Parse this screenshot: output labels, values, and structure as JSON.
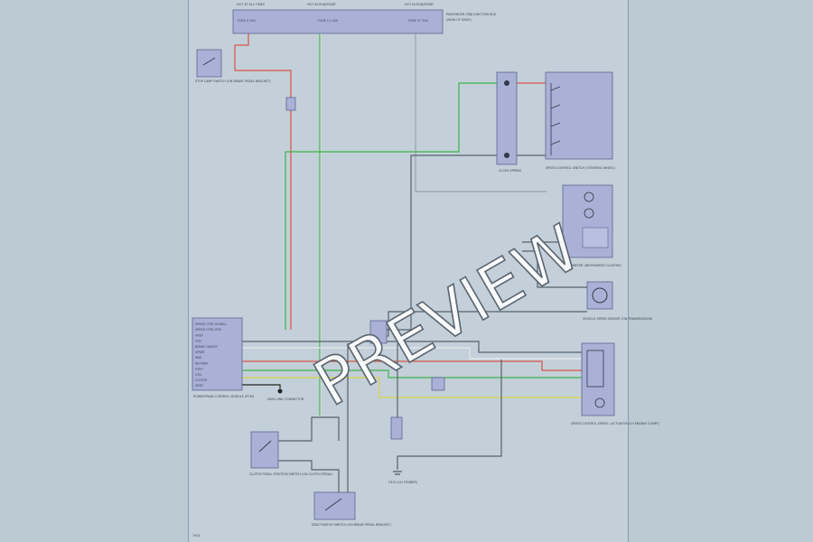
{
  "watermark": "PREVIEW",
  "colors": {
    "red": "#d9534a",
    "green": "#3bb24a",
    "gray": "#59616a",
    "yellow": "#d8d24a",
    "blue": "#3a73b8",
    "white": "#e6e9ec",
    "component": "#a9b1d6"
  },
  "fuse_box": {
    "title": "PASSENGER (PJB) JUNCTION BOX",
    "subtitle": "(MAIN OF DASH)",
    "feeds": [
      "HOT AT ALL TIMES",
      "HOT IN RUN/START",
      "HOT IN RUN/START"
    ],
    "fuses": [
      "FUSE 4 10A",
      "FUSE 11 10A",
      "FUSE 37 10A"
    ]
  },
  "components": {
    "stop_lamp_switch": "STOP LAMP SWITCH (ON BRAKE PEDAL BRACKET)",
    "clockspring": "CLOCK SPRING",
    "steering_wheel_switch": "SPEED CONTROL SWITCH (STEERING WHEEL)",
    "speedometer": "SPEEDOMETER (INSTRUMENT CLUSTER)",
    "vss": "VEHICLE SPEED SENSOR (ON TRANSMISSION)",
    "pcm": "POWERTRAIN CONTROL MODULE (PCM)",
    "data_link": "DATA LINK CONNECTOR",
    "clutch_switch": "CLUTCH PEDAL POSITION SWITCH (ON CLUTCH PEDAL)",
    "deactivator": "DEACTIVATOR SWITCH (ON BRAKE PEDAL BRACKET)",
    "servo": "SPEED CONTROL SERVO / ACTUATOR (LH ENGINE COMPT)",
    "ground": "G101 (LH FENDER)"
  },
  "pcm_pins": [
    "SPEED CTRL SIGNAL",
    "SPEED CTRL RTN",
    "VREF",
    "VSS",
    "BRAKE ON/OFF",
    "VPWR",
    "IPAS",
    "RETURN",
    "VSS+",
    "VSS-",
    "CLUTCH",
    "VENT"
  ],
  "footer": "7401"
}
